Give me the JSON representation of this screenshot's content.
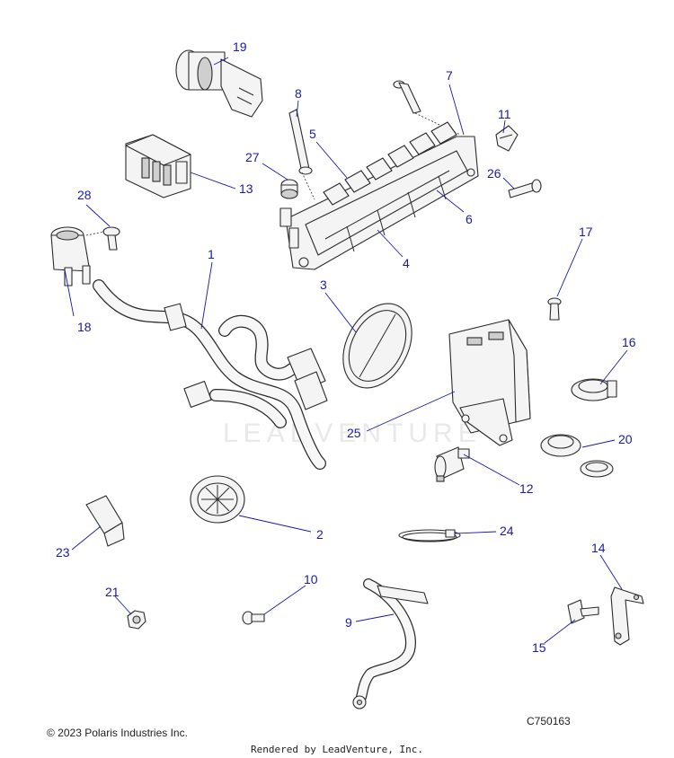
{
  "watermark_text": "LEADVENTURE",
  "footer": {
    "copyright": "© 2023 Polaris Industries Inc.",
    "diagram_code": "C750163",
    "rendered_by": "Rendered by LeadVenture, Inc."
  },
  "callouts": [
    {
      "id": "1",
      "label": "1"
    },
    {
      "id": "2",
      "label": "2"
    },
    {
      "id": "3",
      "label": "3"
    },
    {
      "id": "4",
      "label": "4"
    },
    {
      "id": "5",
      "label": "5"
    },
    {
      "id": "6",
      "label": "6"
    },
    {
      "id": "7",
      "label": "7"
    },
    {
      "id": "8",
      "label": "8"
    },
    {
      "id": "9",
      "label": "9"
    },
    {
      "id": "10",
      "label": "10"
    },
    {
      "id": "11",
      "label": "11"
    },
    {
      "id": "12",
      "label": "12"
    },
    {
      "id": "13",
      "label": "13"
    },
    {
      "id": "14",
      "label": "14"
    },
    {
      "id": "15",
      "label": "15"
    },
    {
      "id": "16",
      "label": "16"
    },
    {
      "id": "17",
      "label": "17"
    },
    {
      "id": "18",
      "label": "18"
    },
    {
      "id": "19",
      "label": "19"
    },
    {
      "id": "20",
      "label": "20"
    },
    {
      "id": "21",
      "label": "21"
    },
    {
      "id": "23",
      "label": "23"
    },
    {
      "id": "24",
      "label": "24"
    },
    {
      "id": "25",
      "label": "25"
    },
    {
      "id": "26",
      "label": "26"
    },
    {
      "id": "27",
      "label": "27"
    },
    {
      "id": "28",
      "label": "28"
    }
  ]
}
